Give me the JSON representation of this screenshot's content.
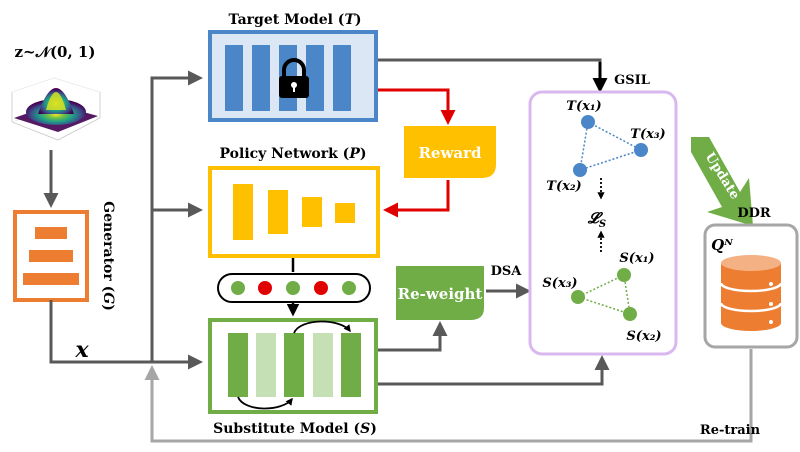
{
  "labels": {
    "noise": "z~𝒩(0, 1)",
    "target_pre": "Target Model (",
    "target_sym": "T",
    "target_post": ")",
    "policy_pre": "Policy Network (",
    "policy_sym": "P",
    "policy_post": ")",
    "substitute_pre": "Substitute Model (",
    "substitute_sym": "S",
    "substitute_post": ")",
    "generator_pre": "Generator (",
    "generator_sym": "G",
    "generator_post": ")",
    "x_var": "x",
    "reward": "Reward",
    "reweight": "Re-weight",
    "dsa": "DSA",
    "gsil": "GSIL",
    "update": "Update",
    "ddr": "DDR",
    "qn": "Qᴺ",
    "retrain": "Re-train",
    "loss": "𝓛",
    "loss_sub": "S"
  },
  "gsil_nodes": {
    "t1": "T(x₁)",
    "t2": "T(x₂)",
    "t3": "T(x₃)",
    "s1": "S(x₁)",
    "s2": "S(x₂)",
    "s3": "S(x₃)"
  },
  "colors": {
    "target_blue": "#4a86c8",
    "target_fill": "#dbe7f4",
    "policy_yellow": "#ffc000",
    "substitute_green": "#70ad47",
    "substitute_light": "#c5e0b4",
    "generator_orange": "#ed7d31",
    "reward_yellow": "#ffc000",
    "gsil_border": "#d9b8f0",
    "red_arrow": "#e00000",
    "gray_arrow": "#595959",
    "light_gray": "#a6a6a6"
  }
}
